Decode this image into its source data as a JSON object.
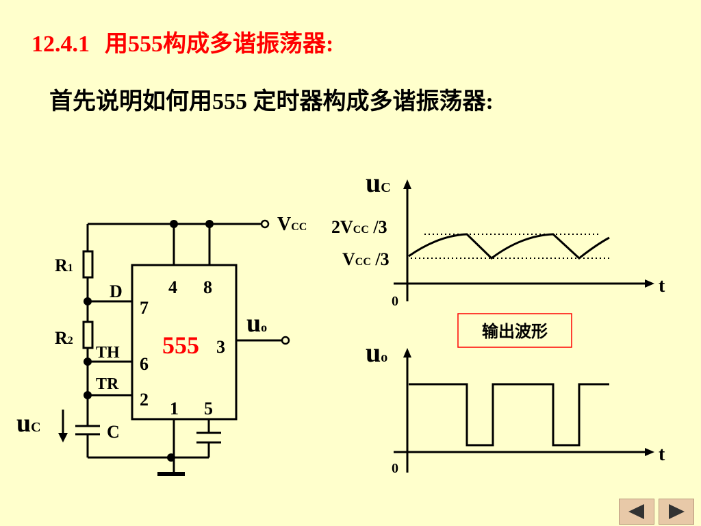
{
  "slide": {
    "heading_number": "12.4.1",
    "heading_text": "用555构成多谐振荡器:",
    "intro_text": "首先说明如何用555 定时器构成多谐振荡器:"
  },
  "circuit": {
    "chip_label": "555",
    "pins": {
      "p4": "4",
      "p8": "8",
      "p7": "7",
      "p6": "6",
      "p2": "2",
      "p1": "1",
      "p5": "5",
      "p3": "3"
    },
    "pin_names": {
      "d": "D",
      "th": "TH",
      "tr": "TR"
    },
    "components": {
      "r1": {
        "main": "R",
        "sub": "1"
      },
      "r2": {
        "main": "R",
        "sub": "2"
      },
      "c": "C"
    },
    "vcc": {
      "main": "V",
      "sub": "CC"
    },
    "uo": {
      "main": "u",
      "sub": "o"
    },
    "uc": {
      "main": "u",
      "sub": "C"
    }
  },
  "waveforms": {
    "uc_graph": {
      "y_axis": {
        "main": "u",
        "sub": "C"
      },
      "x_axis": "t",
      "origin": "0",
      "level_high": {
        "pre": "2V",
        "sub": "CC",
        "post": " /3"
      },
      "level_low": {
        "pre": "V",
        "sub": "CC",
        "post": " /3"
      }
    },
    "uo_graph": {
      "y_axis": {
        "main": "u",
        "sub": "o"
      },
      "x_axis": "t",
      "origin": "0"
    },
    "caption": "输出波形"
  },
  "colors": {
    "background": "#ffffcc",
    "accent": "#ff0000",
    "line": "#000000"
  },
  "nav": {
    "prev_icon": "triangle-left-icon",
    "next_icon": "triangle-right-icon"
  }
}
